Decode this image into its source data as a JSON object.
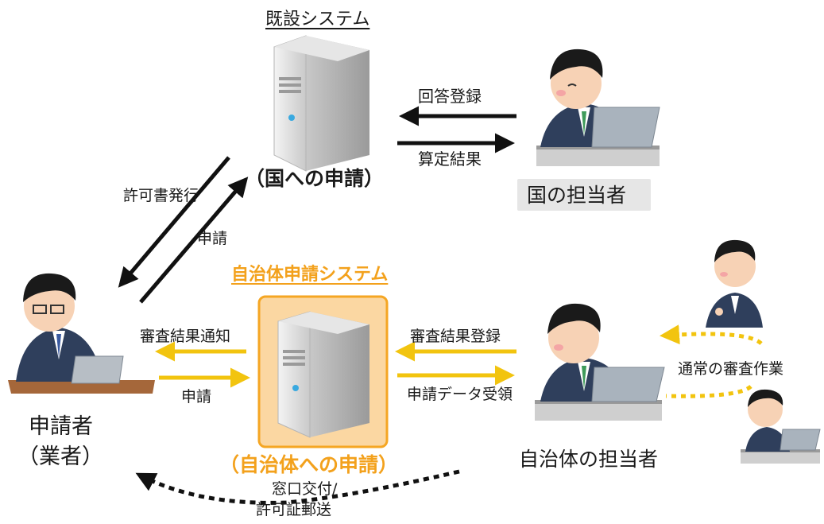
{
  "colors": {
    "orange": "#f5a623",
    "orange_text": "#f3a11c",
    "yellow_arrow": "#f2c40f",
    "black": "#111111",
    "name_bg": "#e6e6e6",
    "box_fill": "#fbd7a2"
  },
  "existing_system": {
    "title": "既設システム",
    "caption": "（国への申請）"
  },
  "national": {
    "person_label": "国の担当者",
    "arrow_in": "回答登録",
    "arrow_out": "算定結果"
  },
  "applicant": {
    "label_line1": "申請者",
    "label_line2": "（業者）"
  },
  "applicant_national": {
    "arrow_permit": "許可書発行",
    "arrow_apply": "申請"
  },
  "municipal_system": {
    "title": "自治体申請システム",
    "caption": "（自治体への申請）"
  },
  "municipal_left": {
    "arrow_notify": "審査結果通知",
    "arrow_apply": "申請"
  },
  "municipal_right": {
    "arrow_register": "審査結果登録",
    "arrow_receive": "申請データ受領"
  },
  "municipal_person": {
    "label": "自治体の担当者"
  },
  "review_work": {
    "label": "通常の審査作業"
  },
  "delivery": {
    "line1": "窓口交付/",
    "line2": "許可証郵送"
  }
}
